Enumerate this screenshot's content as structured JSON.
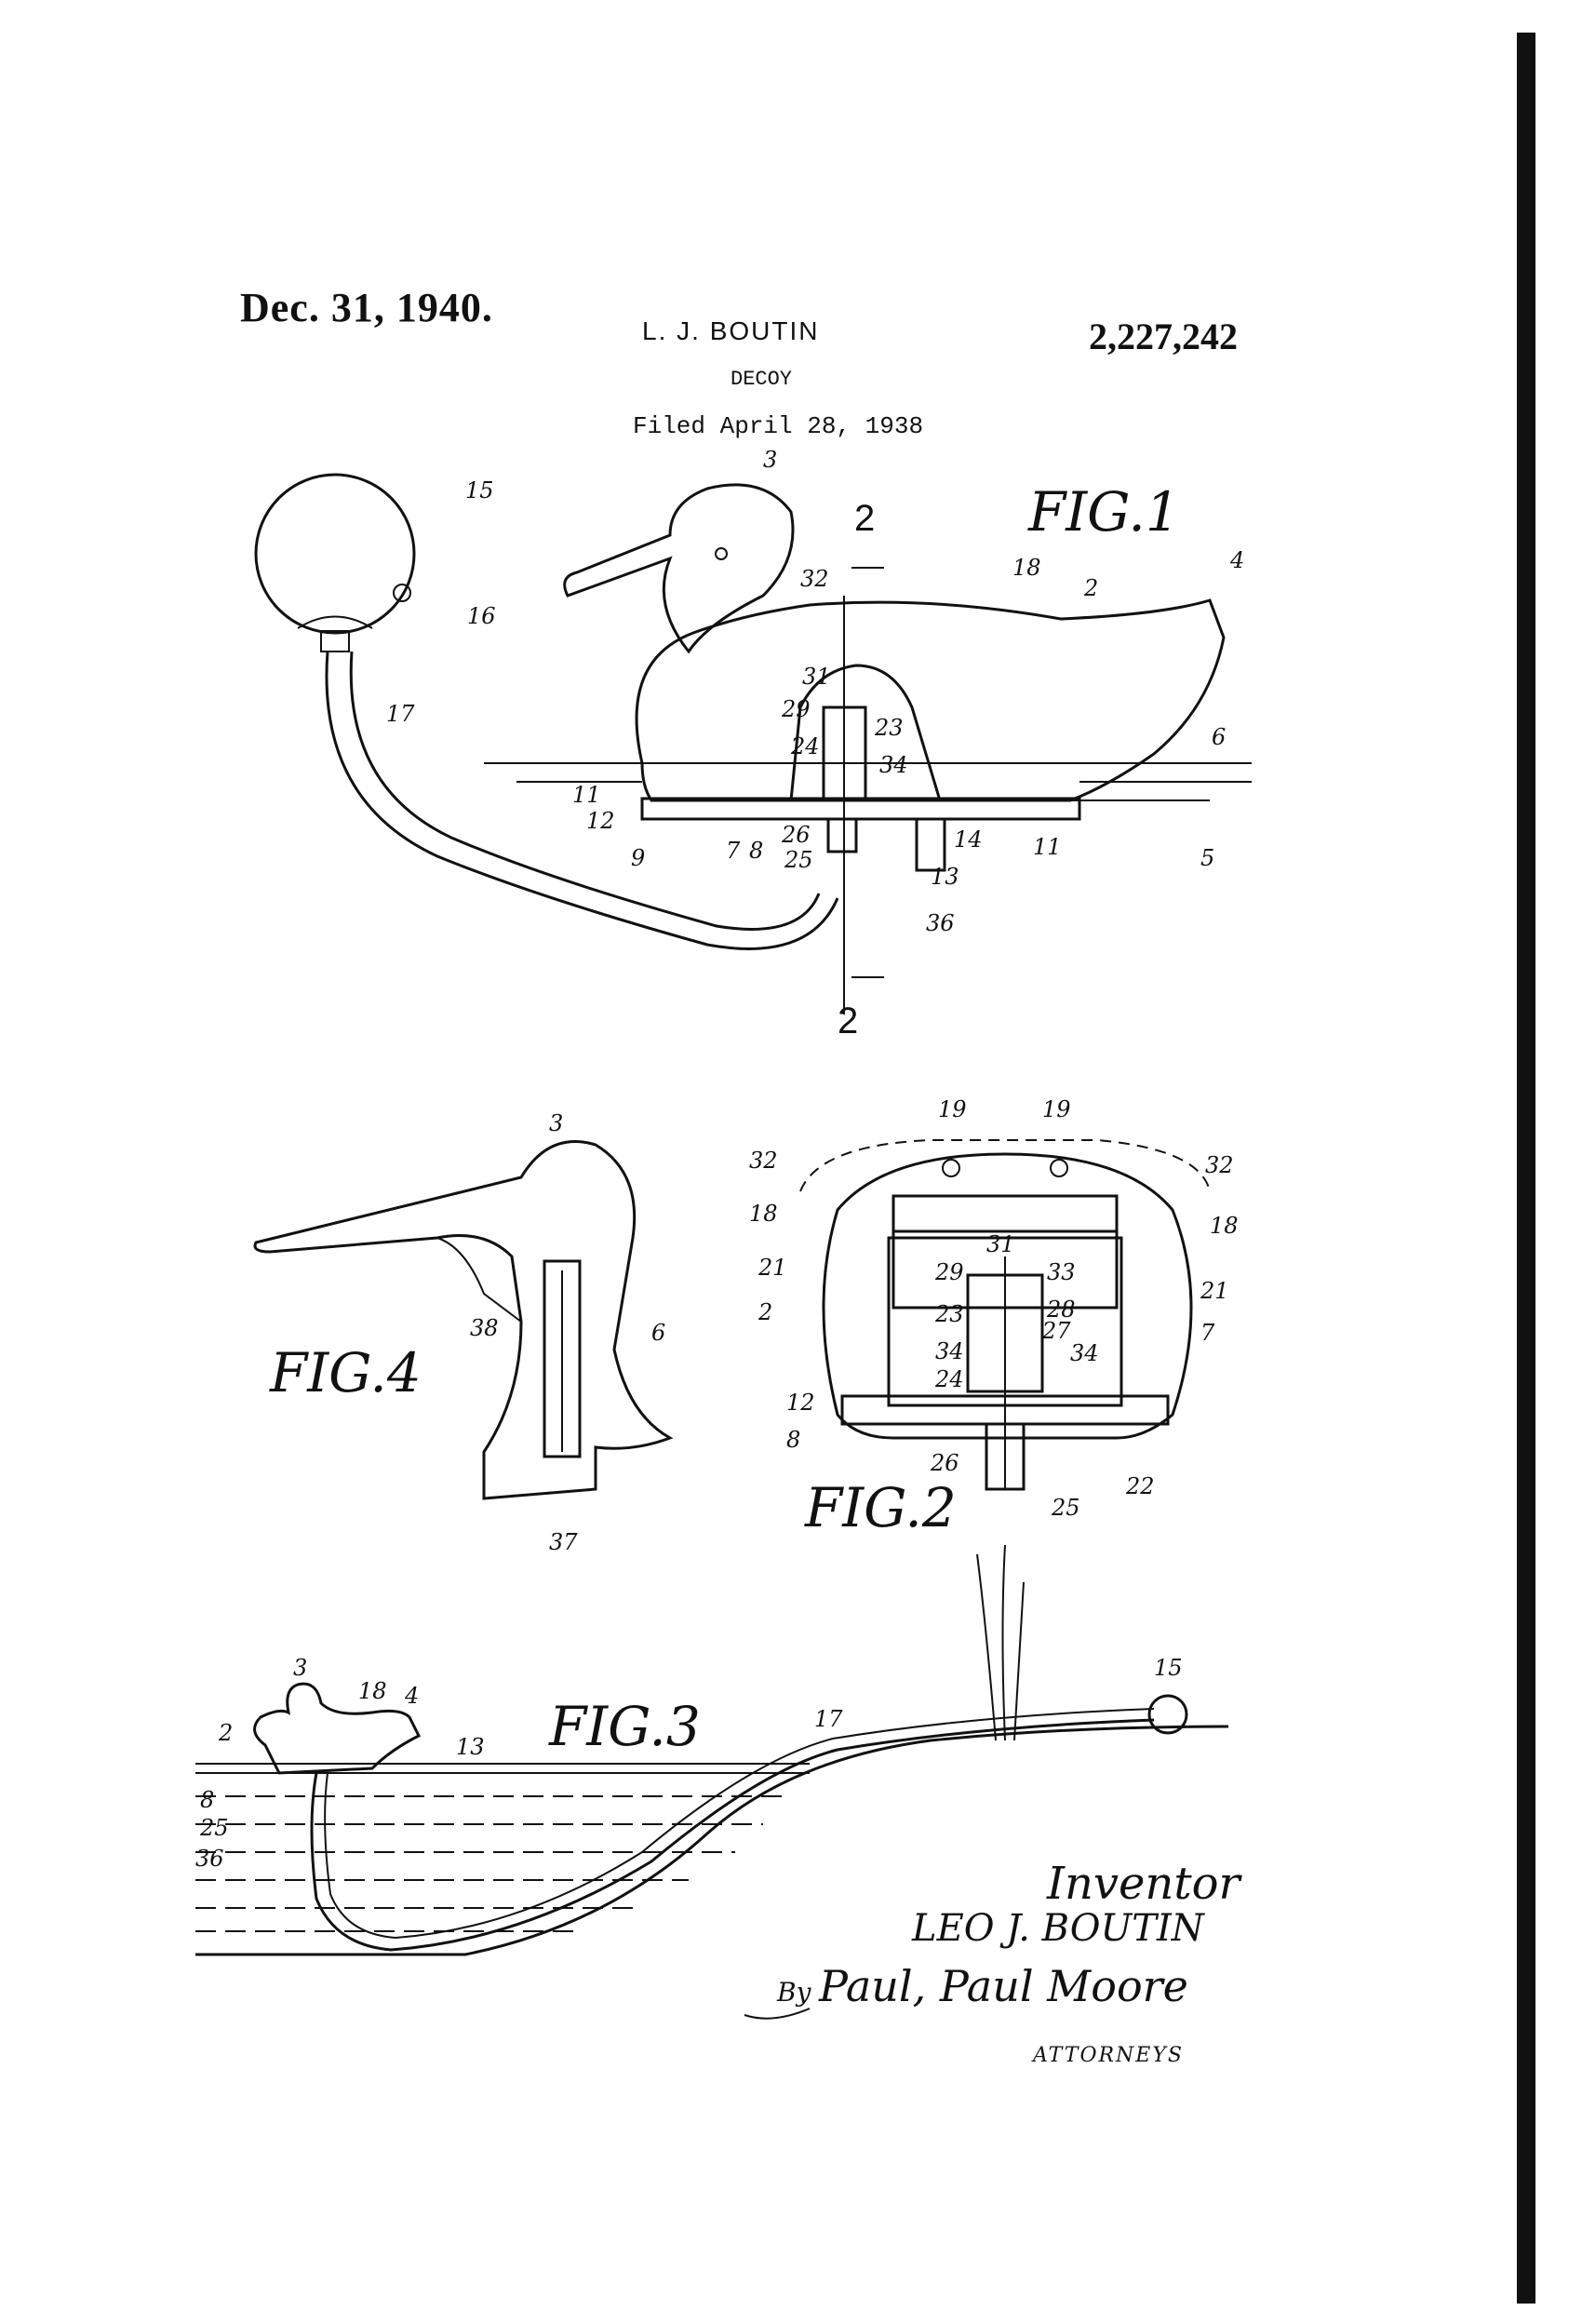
{
  "header": {
    "date": "Dec. 31, 1940.",
    "inventor": "L. J. BOUTIN",
    "patent_number": "2,227,242",
    "title": "DECOY",
    "filed": "Filed April 28, 1938"
  },
  "figures": {
    "fig1": "FIG.1",
    "fig2": "FIG.2",
    "fig3": "FIG.3",
    "fig4": "FIG.4"
  },
  "section_marks": [
    "2",
    "2"
  ],
  "fig1_refs": [
    "3",
    "2",
    "4",
    "15",
    "16",
    "17",
    "18",
    "32",
    "31",
    "29",
    "23",
    "24",
    "34",
    "11",
    "12",
    "9",
    "7",
    "8",
    "26",
    "25",
    "14",
    "11",
    "13",
    "36",
    "5",
    "6"
  ],
  "fig2_refs": [
    "19",
    "19",
    "32",
    "32",
    "18",
    "18",
    "31",
    "21",
    "21",
    "29",
    "33",
    "2",
    "23",
    "28",
    "27",
    "7",
    "34",
    "34",
    "24",
    "12",
    "8",
    "26",
    "25",
    "22"
  ],
  "fig4_refs": [
    "3",
    "38",
    "6",
    "37"
  ],
  "fig3_refs": [
    "3",
    "18",
    "4",
    "2",
    "8",
    "25",
    "36",
    "13",
    "17",
    "15"
  ],
  "signature": {
    "inventor_label": "Inventor",
    "inventor_name": "LEO J. BOUTIN",
    "by": "By",
    "attorney_signature": "Paul, Paul Moore",
    "attorneys_label": "ATTORNEYS"
  }
}
